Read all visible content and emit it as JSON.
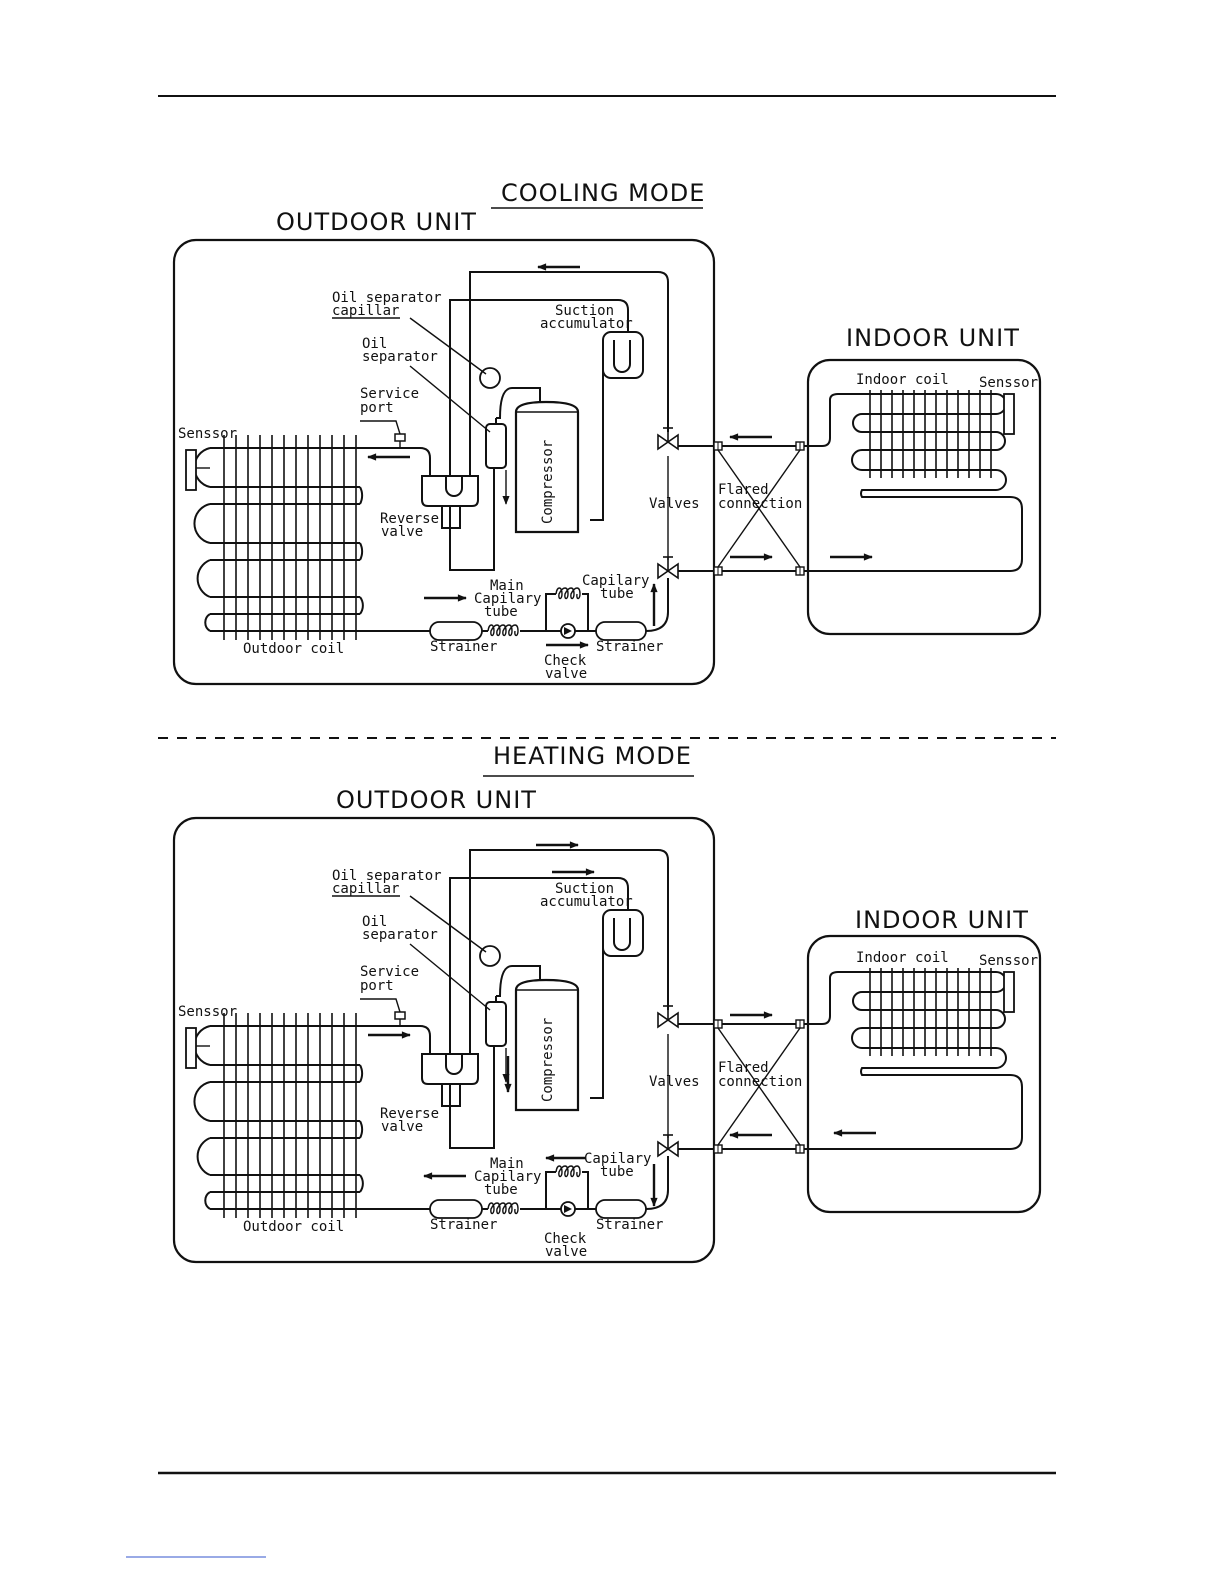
{
  "colors": {
    "ink": "#111111",
    "paper": "#ffffff"
  },
  "cooling": {
    "mode_title": "COOLING MODE",
    "outdoor_title": "OUTDOOR UNIT",
    "indoor_title": "INDOOR UNIT",
    "labels": {
      "oil_sep_cap_1": "Oil separator",
      "oil_sep_cap_2": "capillar",
      "suction_1": "Suction",
      "suction_2": "accumulator",
      "oil_1": "Oil",
      "oil_2": "separator",
      "service_1": "Service",
      "service_2": "port",
      "sensor_out": "Senssor",
      "compressor": "Compressor",
      "reverse_1": "Reverse",
      "reverse_2": "valve",
      "valves": "Valves",
      "flared_1": "Flared",
      "flared_2": "connection",
      "main_1": "Main",
      "main_2": "Capilary",
      "main_3": "tube",
      "cap_1": "Capilary",
      "cap_2": "tube",
      "strainer_1": "Strainer",
      "strainer_2": "Strainer",
      "outdoor_coil": "Outdoor coil",
      "check_1": "Check",
      "check_2": "valve",
      "indoor_coil": "Indoor coil",
      "sensor_in": "Senssor"
    }
  },
  "heating": {
    "mode_title": "HEATING MODE",
    "outdoor_title": "OUTDOOR UNIT",
    "indoor_title": "INDOOR UNIT",
    "labels": {
      "oil_sep_cap_1": "Oil separator",
      "oil_sep_cap_2": "capillar",
      "suction_1": "Suction",
      "suction_2": "accumulator",
      "oil_1": "Oil",
      "oil_2": "separator",
      "service_1": "Service",
      "service_2": "port",
      "sensor_out": "Senssor",
      "compressor": "Compressor",
      "reverse_1": "Reverse",
      "reverse_2": "valve",
      "valves": "Valves",
      "flared_1": "Flared",
      "flared_2": "connection",
      "main_1": "Main",
      "main_2": "Capilary",
      "main_3": "tube",
      "cap_1": "Capilary",
      "cap_2": "tube",
      "strainer_1": "Strainer",
      "strainer_2": "Strainer",
      "outdoor_coil": "Outdoor coil",
      "check_1": "Check",
      "check_2": "valve",
      "indoor_coil": "Indoor coil",
      "sensor_in": "Senssor"
    }
  }
}
